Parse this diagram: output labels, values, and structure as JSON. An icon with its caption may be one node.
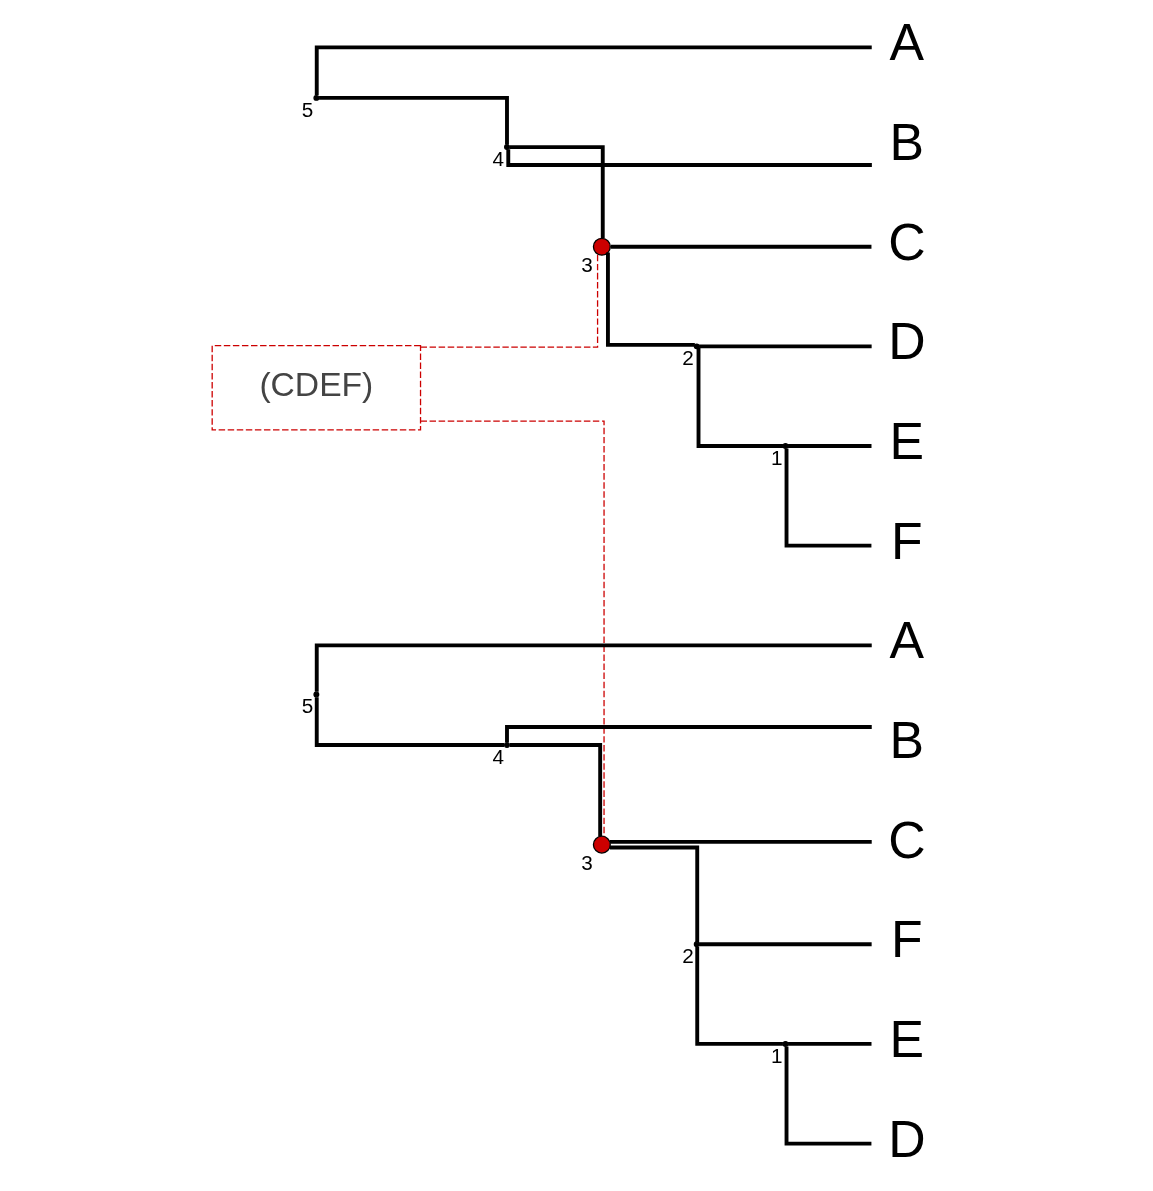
{
  "diagram": {
    "nodes": [
      {
        "text": [
          "5"
        ]
      },
      {
        "text": [
          "A"
        ]
      },
      {
        "text": [
          "4"
        ]
      },
      {
        "text": [
          "B"
        ]
      },
      {
        "text": [
          "3"
        ]
      },
      {
        "text": [
          "C"
        ]
      },
      {
        "text": [
          "2"
        ]
      },
      {
        "text": [
          "D"
        ]
      },
      {
        "text": [
          "1"
        ]
      },
      {
        "text": [
          "E"
        ]
      },
      {
        "text": [
          "F"
        ]
      },
      {
        "text": [
          "(CDEF)"
        ]
      },
      {
        "text": [
          "5"
        ]
      },
      {
        "text": [
          "A"
        ]
      },
      {
        "text": [
          "4"
        ]
      },
      {
        "text": [
          "B"
        ]
      },
      {
        "text": [
          "3"
        ]
      },
      {
        "text": [
          "C"
        ]
      },
      {
        "text": [
          "2"
        ]
      },
      {
        "text": [
          "F"
        ]
      },
      {
        "text": [
          "1"
        ]
      },
      {
        "text": [
          "E"
        ]
      },
      {
        "text": [
          "D"
        ]
      }
    ],
    "edges": [
      {
        "from": 0,
        "to": 1,
        "arrow": "none"
      },
      {
        "from": 0,
        "to": 2,
        "arrow": "none"
      },
      {
        "from": 2,
        "to": 3,
        "arrow": "none"
      },
      {
        "from": 2,
        "to": 4,
        "arrow": "none"
      },
      {
        "from": 4,
        "to": 5,
        "arrow": "none"
      },
      {
        "from": 4,
        "to": 6,
        "arrow": "none"
      },
      {
        "from": 6,
        "to": 7,
        "arrow": "none"
      },
      {
        "from": 6,
        "to": 8,
        "arrow": "none"
      },
      {
        "from": 8,
        "to": 9,
        "arrow": "none"
      },
      {
        "from": 8,
        "to": 10,
        "arrow": "none"
      },
      {
        "from": 12,
        "to": 13,
        "arrow": "none"
      },
      {
        "from": 12,
        "to": 14,
        "arrow": "none"
      },
      {
        "from": 14,
        "to": 15,
        "arrow": "none"
      },
      {
        "from": 14,
        "to": 16,
        "arrow": "none"
      },
      {
        "from": 16,
        "to": 17,
        "arrow": "none"
      },
      {
        "from": 16,
        "to": 18,
        "arrow": "none"
      },
      {
        "from": 18,
        "to": 19,
        "arrow": "none"
      },
      {
        "from": 18,
        "to": 20,
        "arrow": "none"
      },
      {
        "from": 20,
        "to": 21,
        "arrow": "none"
      },
      {
        "from": 20,
        "to": 22,
        "arrow": "none"
      },
      {
        "from": 11,
        "to": 4,
        "arrow": "none",
        "style": "dashed",
        "color": "#cc0000"
      },
      {
        "from": 11,
        "to": 16,
        "arrow": "none",
        "style": "dashed",
        "color": "#cc0000"
      }
    ]
  }
}
